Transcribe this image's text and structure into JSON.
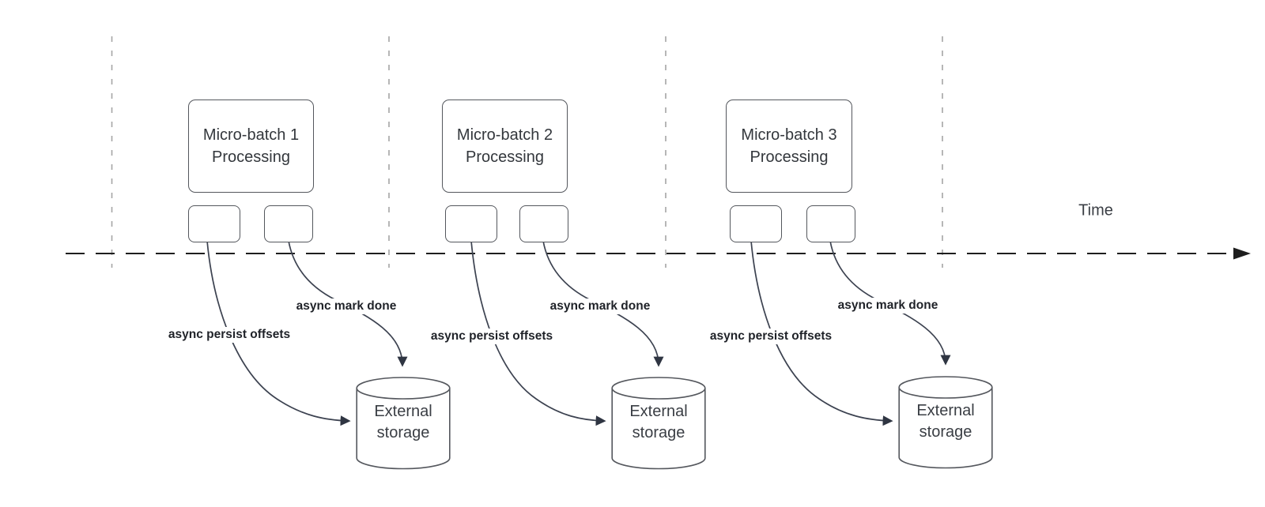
{
  "diagram": {
    "time_axis_label": "Time",
    "batches": [
      {
        "label": "Micro-batch 1\nProcessing",
        "persist_label": "async persist offsets",
        "mark_done_label": "async mark done",
        "storage_label": "External\nstorage"
      },
      {
        "label": "Micro-batch 2\nProcessing",
        "persist_label": "async persist offsets",
        "mark_done_label": "async mark done",
        "storage_label": "External\nstorage"
      },
      {
        "label": "Micro-batch 3\nProcessing",
        "persist_label": "async persist offsets",
        "mark_done_label": "async mark done",
        "storage_label": "External\nstorage"
      }
    ],
    "colors": {
      "shape_stroke": "#54575d",
      "connector_stroke": "#3c4250",
      "arrowhead_fill": "#2f3542",
      "axis_stroke": "#1e1e1e",
      "guide_stroke": "#a5a5a5",
      "shape_text": "#33373c",
      "label_text": "#1f2228"
    }
  }
}
